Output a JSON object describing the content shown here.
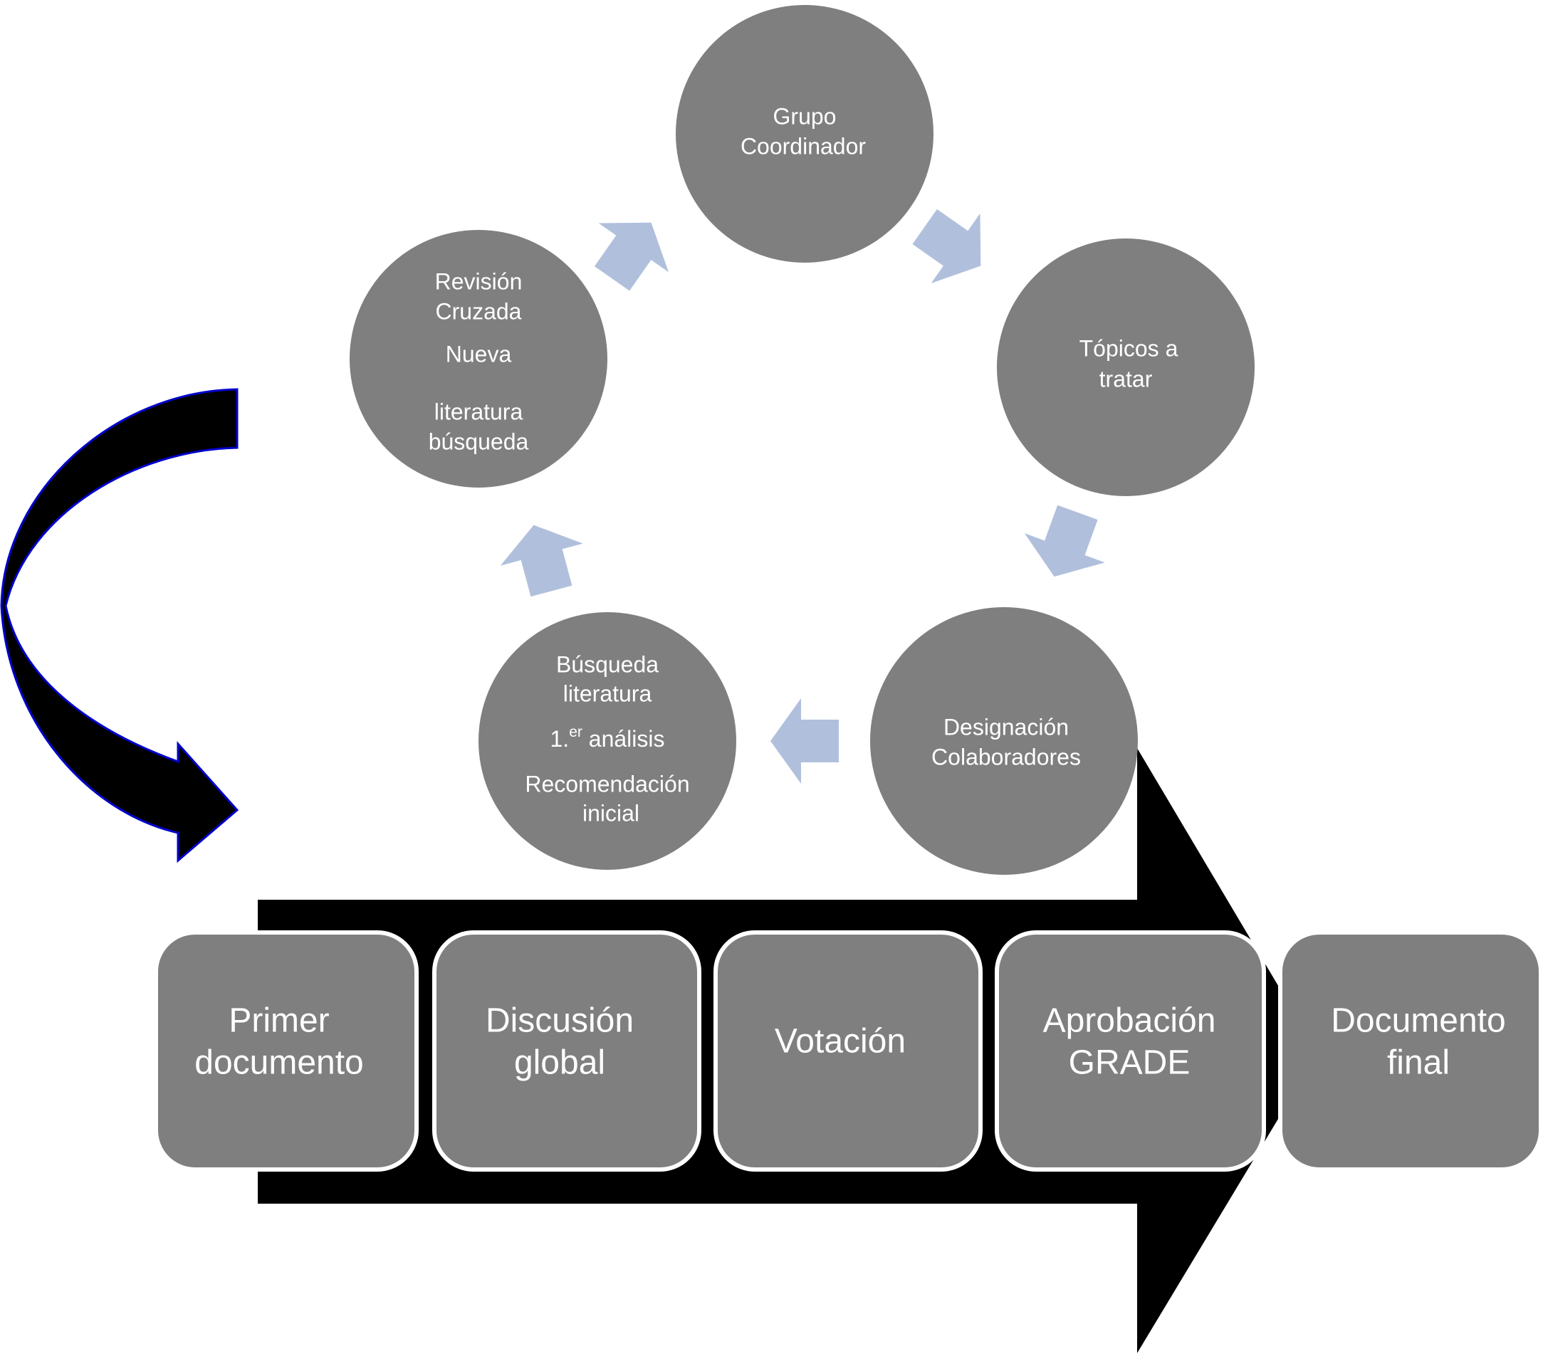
{
  "colors": {
    "node_fill": "#7f7f7f",
    "cycle_arrow": "#b0c0dc",
    "main_arrow": "#000000",
    "curved_arrow_outline": "#0000cc",
    "text": "#ffffff"
  },
  "cycle": {
    "grupo": {
      "lines": [
        "Grupo",
        "Coordinador"
      ]
    },
    "topicos": {
      "lines": [
        "Tópicos a",
        "tratar"
      ]
    },
    "designacion": {
      "lines": [
        "Designación",
        "Colaboradores"
      ]
    },
    "busqueda": {
      "lines": [
        "Búsqueda",
        "literatura",
        "1.",
        "er",
        " análisis",
        "Recomendación",
        "inicial"
      ]
    },
    "revision": {
      "lines": [
        "Revisión",
        "Cruzada",
        "Nueva",
        "literatura",
        "búsqueda"
      ]
    }
  },
  "steps": [
    {
      "lines": [
        "Primer",
        "documento"
      ]
    },
    {
      "lines": [
        "Discusión",
        "global"
      ]
    },
    {
      "lines": [
        "Votación"
      ]
    },
    {
      "lines": [
        "Aprobación",
        "GRADE"
      ]
    },
    {
      "lines": [
        "Documento",
        "final"
      ]
    }
  ]
}
